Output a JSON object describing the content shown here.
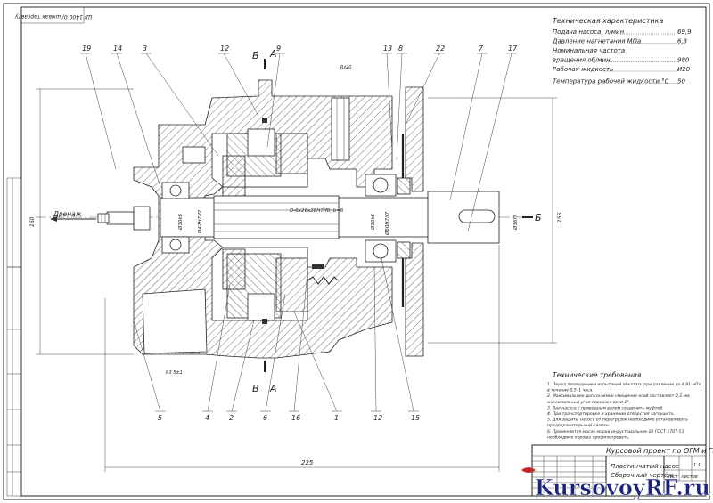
{
  "stamp_label": "Ш/ 1400 0/ шмвах тарсавту",
  "tech_spec": {
    "title": "Техническая характеристика",
    "rows": [
      {
        "label": "Подача насоса, л/мин",
        "value": "69,9"
      },
      {
        "label": "Давление нагнетания  МПа",
        "value": "6,3"
      },
      {
        "label": "Номинальная частота",
        "value": ""
      },
      {
        "label": "вращения,об/мин",
        "value": "980"
      },
      {
        "label": "Рабочая жидкость",
        "value": "И20"
      },
      {
        "label": "Температура рабочей жидкости °С",
        "value": "50"
      }
    ]
  },
  "callouts_top": [
    "19",
    "14",
    "3",
    "12",
    "9",
    "13",
    "8",
    "22",
    "7",
    "17"
  ],
  "callouts_bottom": [
    "5",
    "4",
    "2",
    "6",
    "16",
    "1",
    "12",
    "15"
  ],
  "section_marks": {
    "b": "В",
    "a": "А",
    "b2": "Б"
  },
  "labels": {
    "drain": "Дренаж",
    "fit1": "Ø42Н7/f7",
    "fit2": "Ø30k6",
    "fit3": "Ø50Н7/f7",
    "fit4": "Ø30k6",
    "fit5": "Ø36f7",
    "spline": "D-6х26х28Н7/f8; b=6",
    "rough1": "Rz20",
    "rough2": "R3 5±1",
    "dim_bottom": "225",
    "dim_left": "160",
    "dim_right": "155"
  },
  "tech_req": {
    "title": "Технические требования",
    "items": [
      "1. Перед проведением испытаний обкатать при давлении до 4,91 мПа",
      "   в течение 0,5–1 часа.",
      "2. Максимальное допускаемое смещение осей составляет 0,3 мм,",
      "   максимальный угол перекоса осей 1°.",
      "3. Вал насоса с приводным валом соединить муфтой.",
      "4. При транспортировке и хранении отверстия заглушить.",
      "5. Для защиты насоса от перегрузок необходимо установливать",
      "   предохранительный клапан.",
      "6. Применяется масло марки индустриальное 20 ГОСТ 1707-51",
      "   необходимо хорошо профильтровать."
    ]
  },
  "title_block": {
    "project": "Курсовой проект по ОГМ и ГП",
    "name_line1": "Пластинчатый насос",
    "name_line2": "Сборочный чертёж",
    "sheet": "Лист",
    "sheets": "Листов",
    "scale": "1:1"
  },
  "watermark": "KursovoyRF.ru"
}
